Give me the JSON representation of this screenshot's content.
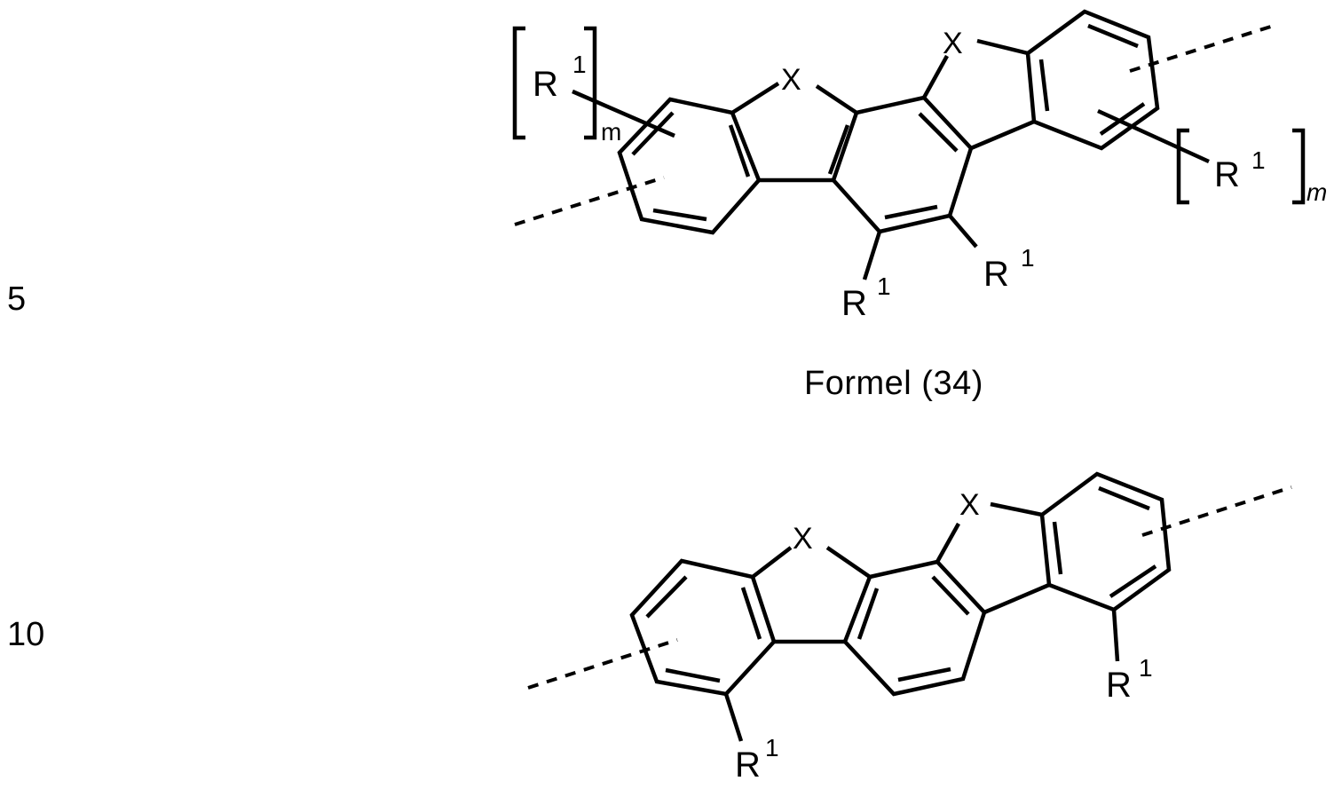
{
  "document": {
    "line_numbers": [
      "5",
      "10"
    ],
    "formulas": [
      {
        "caption": "Formel (34)",
        "atoms": {
          "x_left": "X",
          "x_right": "X",
          "r_bracket_left": "R",
          "r_bracket_left_sup": "1",
          "r_bracket_left_sub": "m",
          "r_bracket_right": "R",
          "r_bracket_right_sup": "1",
          "r_bracket_right_sub": "m",
          "r_bottom_left": "R",
          "r_bottom_left_sup": "1",
          "r_bottom_right": "R",
          "r_bottom_right_sup": "1"
        }
      },
      {
        "caption": "",
        "atoms": {
          "x_left": "X",
          "x_right": "X",
          "r_left": "R",
          "r_left_sup": "1",
          "r_right": "R",
          "r_right_sup": "1"
        }
      }
    ]
  }
}
